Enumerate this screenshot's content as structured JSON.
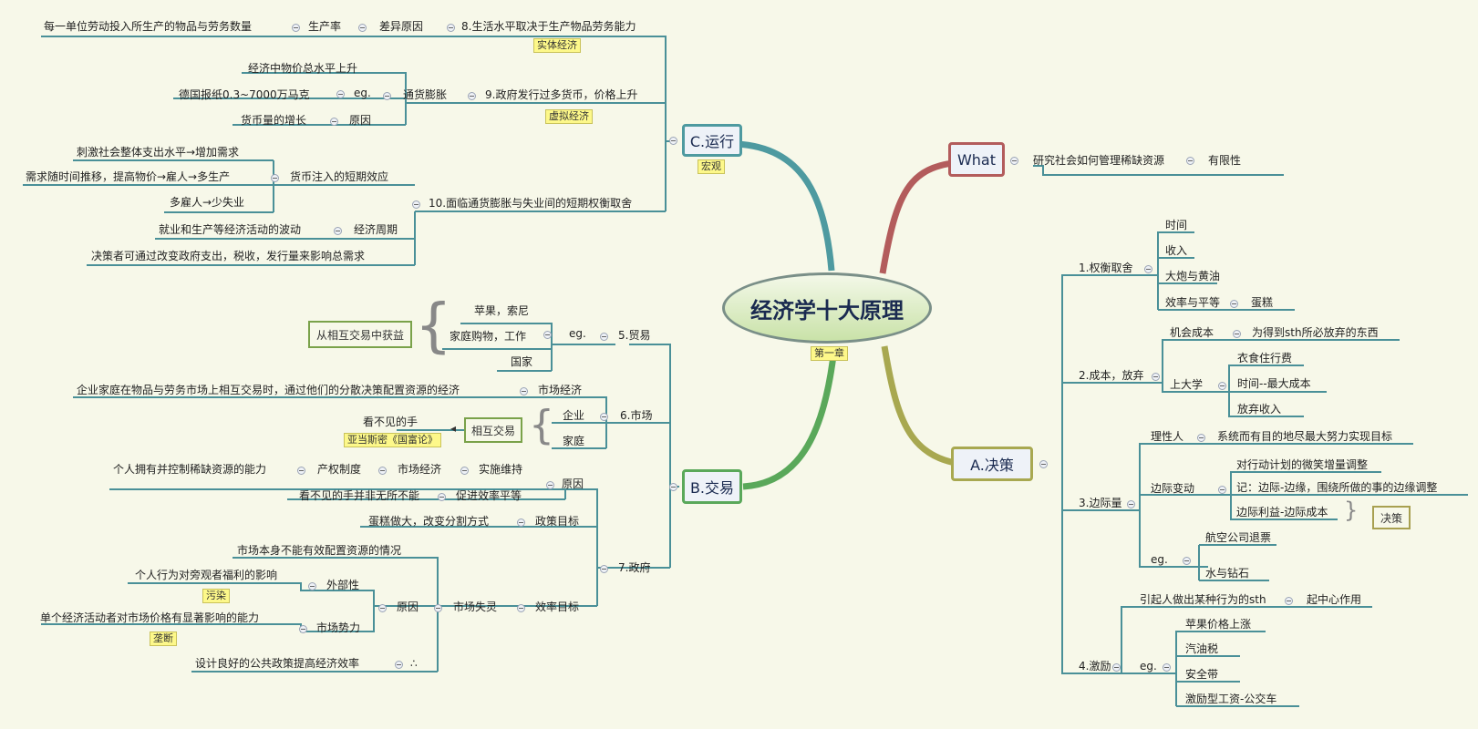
{
  "center": {
    "title": "经济学十大原理",
    "note": "第一章"
  },
  "what": {
    "label": "What",
    "text": "研究社会如何管理稀缺资源",
    "tag": "有限性"
  },
  "a": {
    "label": "A.决策",
    "p1": {
      "label": "1.权衡取舍",
      "items": [
        "时间",
        "收入",
        "大炮与黄油",
        "效率与平等"
      ],
      "sub": "蛋糕"
    },
    "p2": {
      "label": "2.成本，放弃",
      "opp": "机会成本",
      "opp_def": "为得到sth所必放弃的东西",
      "uni": "上大学",
      "uni_items": [
        "衣食住行费",
        "时间--最大成本",
        "放弃收入"
      ]
    },
    "p3": {
      "label": "3.边际量",
      "rational": "理性人",
      "rational_def": "系统而有目的地尽最大努力实现目标",
      "marg": "边际变动",
      "marg_items": [
        "对行动计划的微笑增量调整",
        "记：边际-边缘，围绕所做的事的边缘调整",
        "边际利益-边际成本"
      ],
      "decide": "决策",
      "eg": "eg.",
      "eg_items": [
        "航空公司退票",
        "水与钻石"
      ]
    },
    "p4": {
      "label": "4.激励",
      "def": "引起人做出某种行为的sth",
      "def_tag": "起中心作用",
      "eg": "eg.",
      "eg_items": [
        "苹果价格上涨",
        "汽油税",
        "安全带",
        "激励型工资-公交车"
      ]
    }
  },
  "b": {
    "label": "B.交易",
    "p5": {
      "label": "5.贸易",
      "eg": "eg.",
      "eg_items": [
        "苹果，索尼",
        "家庭购物，工作",
        "国家"
      ],
      "gain": "从相互交易中获益"
    },
    "p6": {
      "label": "6.市场",
      "econ": "市场经济",
      "econ_def": "企业家庭在物品与劳务市场上相互交易时，通过他们的分散决策配置资源的经济",
      "firm": "企业",
      "home": "家庭",
      "mutual": "相互交易",
      "hand": "看不见的手",
      "smith": "亚当斯密《国富论》"
    },
    "p7": {
      "label": "7.政府",
      "cause": "原因",
      "impl": "实施维持",
      "mkt": "市场经济",
      "prop": "产权制度",
      "prop_def": "个人拥有并控制稀缺资源的能力",
      "equal": "促进效率平等",
      "hand_fail": "看不见的手并非无所不能",
      "policy": "政策目标",
      "cake": "蛋糕做大，改变分割方式",
      "eff": "效率目标",
      "fail": "市场失灵",
      "fail_def": "市场本身不能有效配置资源的情况",
      "cause2": "原因",
      "ext": "外部性",
      "ext_def": "个人行为对旁观者福利的影响",
      "pollution": "污染",
      "power": "市场势力",
      "power_def": "单个经济活动者对市场价格有显著影响的能力",
      "monopoly": "垄断",
      "therefore": "∴",
      "design": "设计良好的公共政策提高经济效率"
    }
  },
  "c": {
    "label": "C.运行",
    "note": "宏观",
    "p8": {
      "label": "8.生活水平取决于生产物品劳务能力",
      "note": "实体经济",
      "diff": "差异原因",
      "prod": "生产率",
      "prod_def": "每一单位劳动投入所生产的物品与劳务数量"
    },
    "p9": {
      "label": "9.政府发行过多货币，价格上升",
      "note": "虚拟经济",
      "infl": "通货膨胀",
      "eg": "eg.",
      "eg_items": [
        "经济中物价总水平上升",
        "德国报纸0.3~7000万马克"
      ],
      "cause": "原因",
      "cause_def": "货币量的增长"
    },
    "p10": {
      "label": "10.面临通货膨胀与失业间的短期权衡取舍",
      "inject": "货币注入的短期效应",
      "inject_items": [
        "刺激社会整体支出水平→增加需求",
        "需求随时间推移，提高物价→雇人→多生产",
        "多雇人→少失业"
      ],
      "cycle": "经济周期",
      "cycle_def": "就业和生产等经济活动的波动",
      "maker": "决策者可通过改变政府支出，税收，发行量来影响总需求"
    }
  }
}
